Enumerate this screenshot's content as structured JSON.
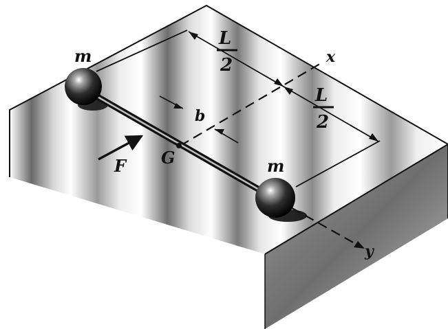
{
  "labels": {
    "mass_left": "m",
    "mass_right": "m",
    "axis_x": "x",
    "axis_y": "y",
    "force": "F",
    "center": "G",
    "offset": "b",
    "half_length_1": {
      "numerator": "L",
      "denominator": "2"
    },
    "half_length_2": {
      "numerator": "L",
      "denominator": "2"
    }
  }
}
